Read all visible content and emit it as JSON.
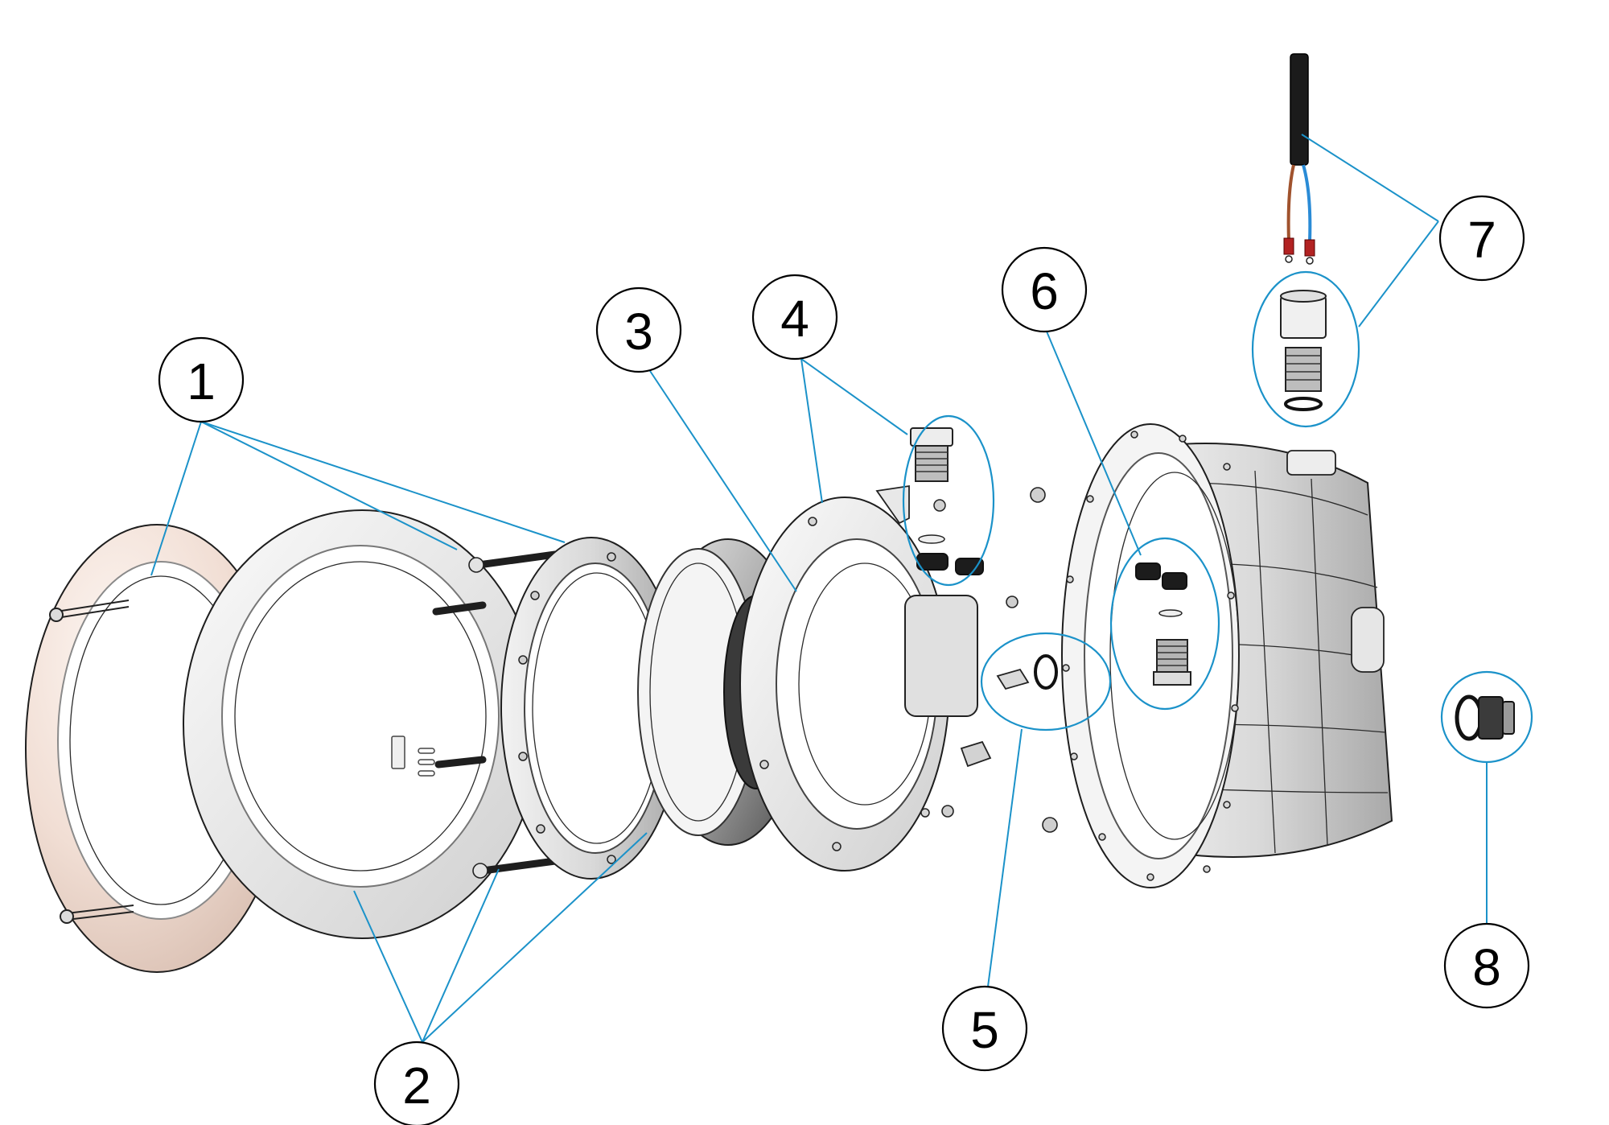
{
  "diagram": {
    "type": "exploded-parts-diagram",
    "accent_color": "#1b92c9",
    "callouts": [
      {
        "id": "1",
        "label": "1"
      },
      {
        "id": "2",
        "label": "2"
      },
      {
        "id": "3",
        "label": "3"
      },
      {
        "id": "4",
        "label": "4"
      },
      {
        "id": "5",
        "label": "5"
      },
      {
        "id": "6",
        "label": "6"
      },
      {
        "id": "7",
        "label": "7"
      },
      {
        "id": "8",
        "label": "8"
      }
    ]
  }
}
